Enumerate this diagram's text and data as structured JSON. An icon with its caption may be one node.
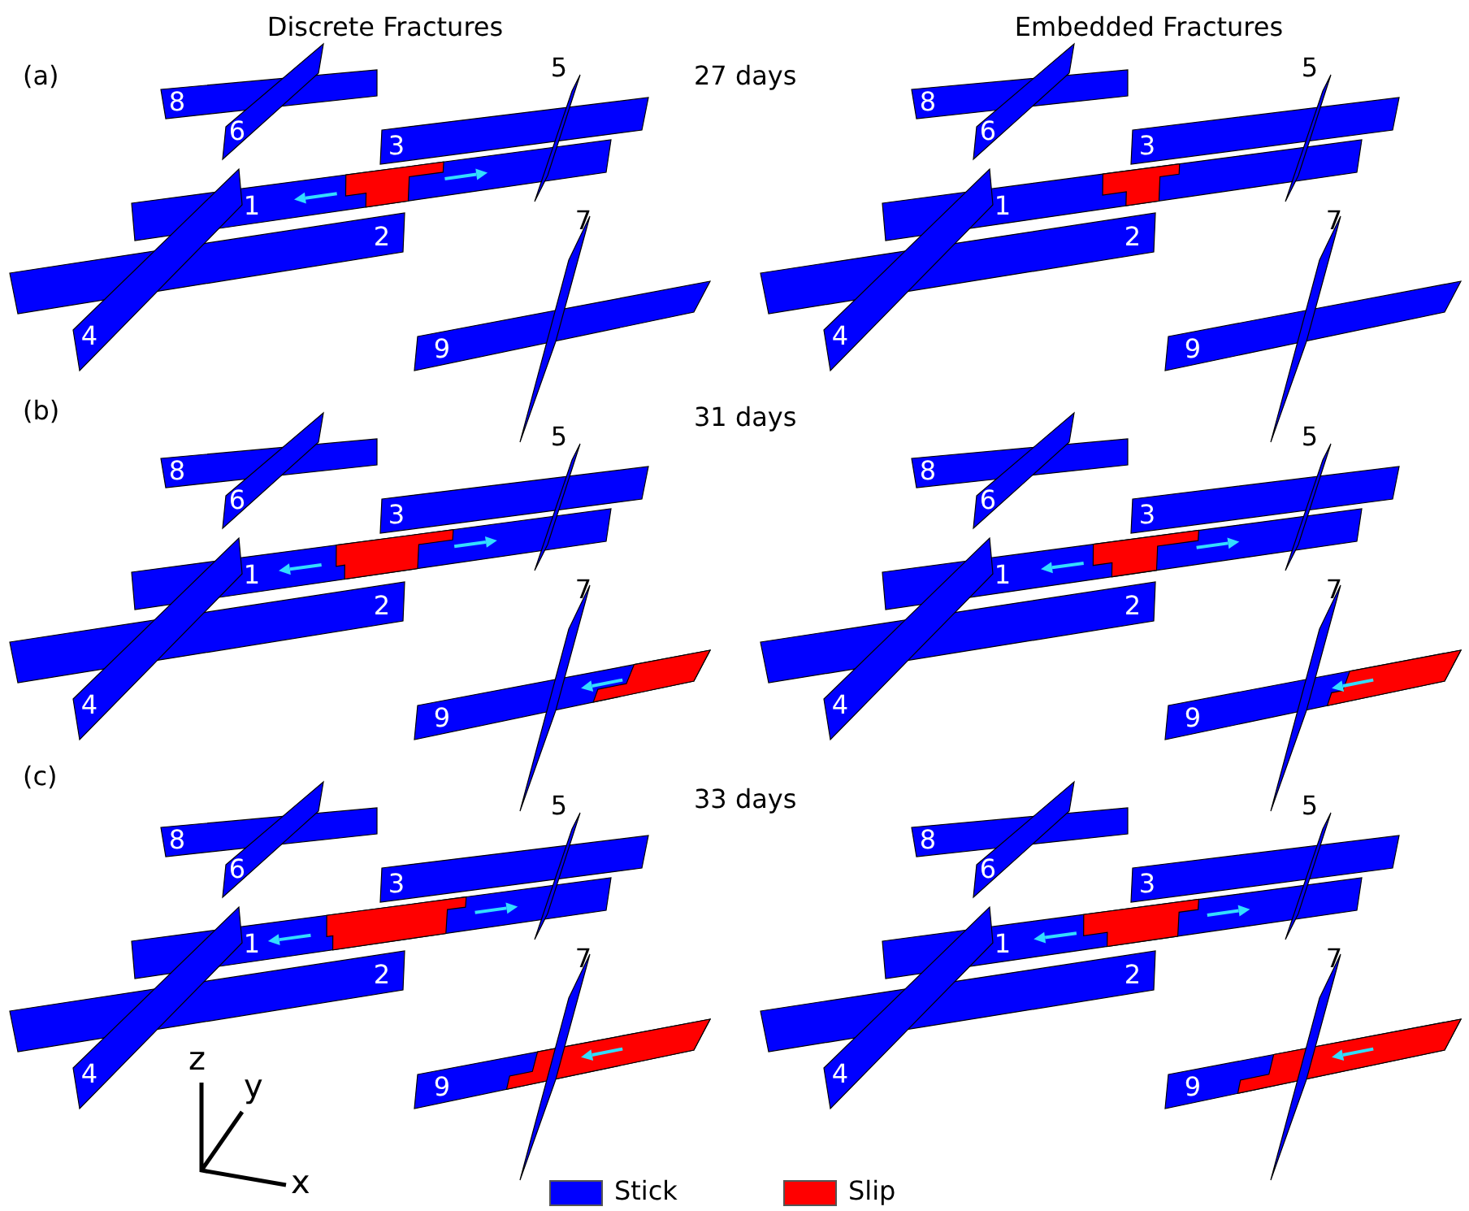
{
  "diagram": {
    "nodes": [
      {
        "text": [
          "1"
        ]
      },
      {
        "text": [
          "2"
        ]
      },
      {
        "text": [
          "3"
        ]
      },
      {
        "text": [
          "4"
        ]
      },
      {
        "text": [
          "5"
        ]
      },
      {
        "text": [
          "6"
        ]
      },
      {
        "text": [
          "7"
        ]
      },
      {
        "text": [
          "8"
        ]
      },
      {
        "text": [
          "9"
        ]
      },
      {
        "text": [
          "1"
        ]
      },
      {
        "text": [
          "2"
        ]
      },
      {
        "text": [
          "3"
        ]
      },
      {
        "text": [
          "4"
        ]
      },
      {
        "text": [
          "5"
        ]
      },
      {
        "text": [
          "6"
        ]
      },
      {
        "text": [
          "7"
        ]
      },
      {
        "text": [
          "8"
        ]
      },
      {
        "text": [
          "9"
        ]
      },
      {
        "text": [
          "1"
        ]
      },
      {
        "text": [
          "2"
        ]
      },
      {
        "text": [
          "3"
        ]
      },
      {
        "text": [
          "4"
        ]
      },
      {
        "text": [
          "5"
        ]
      },
      {
        "text": [
          "6"
        ]
      },
      {
        "text": [
          "7"
        ]
      },
      {
        "text": [
          "8"
        ]
      },
      {
        "text": [
          "9"
        ]
      },
      {
        "text": [
          "1"
        ]
      },
      {
        "text": [
          "2"
        ]
      },
      {
        "text": [
          "3"
        ]
      },
      {
        "text": [
          "4"
        ]
      },
      {
        "text": [
          "5"
        ]
      },
      {
        "text": [
          "6"
        ]
      },
      {
        "text": [
          "7"
        ]
      },
      {
        "text": [
          "8"
        ]
      },
      {
        "text": [
          "9"
        ]
      },
      {
        "text": [
          "1"
        ]
      },
      {
        "text": [
          "2"
        ]
      },
      {
        "text": [
          "3"
        ]
      },
      {
        "text": [
          "4"
        ]
      },
      {
        "text": [
          "5"
        ]
      },
      {
        "text": [
          "6"
        ]
      },
      {
        "text": [
          "7"
        ]
      },
      {
        "text": [
          "8"
        ]
      },
      {
        "text": [
          "9"
        ]
      },
      {
        "text": [
          "1"
        ]
      },
      {
        "text": [
          "2"
        ]
      },
      {
        "text": [
          "3"
        ]
      },
      {
        "text": [
          "4"
        ]
      },
      {
        "text": [
          "5"
        ]
      },
      {
        "text": [
          "6"
        ]
      },
      {
        "text": [
          "7"
        ]
      },
      {
        "text": [
          "8"
        ]
      },
      {
        "text": [
          "9"
        ]
      }
    ],
    "labels": [
      "Discrete Fractures",
      "Embedded Fractures",
      "(a)",
      "27 days",
      "(b)",
      "31 days",
      "(c)",
      "33 days",
      "z",
      "y",
      "x"
    ],
    "legend": [
      {
        "text": "Stick",
        "color": "#0000ff"
      },
      {
        "text": "Slip",
        "color": "#ff0000"
      }
    ]
  }
}
